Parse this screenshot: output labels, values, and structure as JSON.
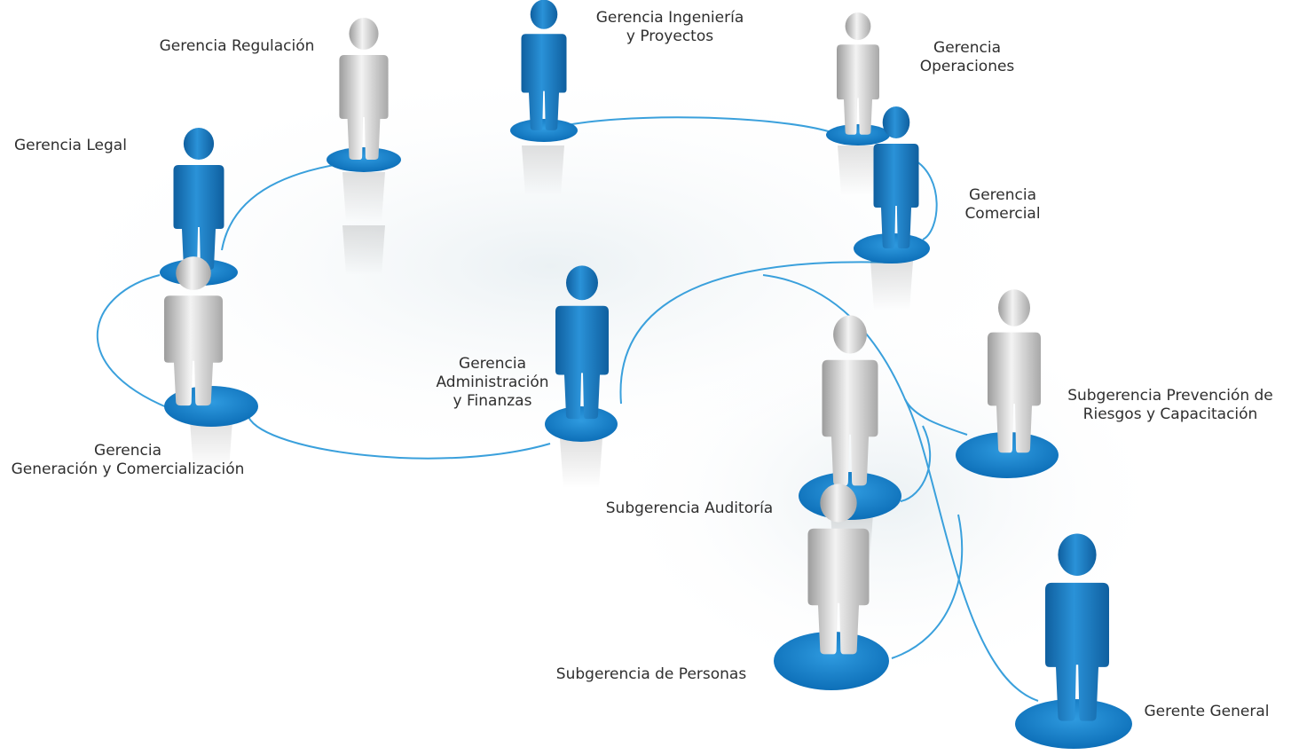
{
  "colors": {
    "accent_blue": "#1a86cf",
    "figure_blue": "#1f7cc4",
    "figure_white": "#e2e2e2",
    "connector": "#3aa0dc",
    "label_text": "#2f2f2f"
  },
  "roles": [
    {
      "id": "gerencia-regulacion",
      "figure": "white",
      "lines": [
        "Gerencia Regulación"
      ]
    },
    {
      "id": "gerencia-ingenieria",
      "figure": "blue",
      "lines": [
        "Gerencia Ingeniería",
        "y Proyectos"
      ]
    },
    {
      "id": "gerencia-operaciones",
      "figure": "white",
      "lines": [
        "Gerencia",
        "Operaciones"
      ]
    },
    {
      "id": "gerencia-legal",
      "figure": "blue",
      "lines": [
        "Gerencia Legal"
      ]
    },
    {
      "id": "gerencia-comercial",
      "figure": "blue",
      "lines": [
        "Gerencia",
        "Comercial"
      ]
    },
    {
      "id": "gerencia-administracion",
      "figure": "blue",
      "lines": [
        "Gerencia",
        "Administración",
        "y Finanzas"
      ]
    },
    {
      "id": "gerencia-generacion",
      "figure": "white",
      "lines": [
        "Gerencia",
        "Generación y Comercialización"
      ]
    },
    {
      "id": "subgerencia-prevencion",
      "figure": "white",
      "lines": [
        "Subgerencia Prevención de",
        "Riesgos y Capacitación"
      ]
    },
    {
      "id": "subgerencia-auditoria",
      "figure": "white",
      "lines": [
        "Subgerencia Auditoría"
      ]
    },
    {
      "id": "subgerencia-personas",
      "figure": "white",
      "lines": [
        "Subgerencia de Personas"
      ]
    },
    {
      "id": "gerente-general",
      "figure": "blue",
      "lines": [
        "Gerente General"
      ]
    }
  ]
}
